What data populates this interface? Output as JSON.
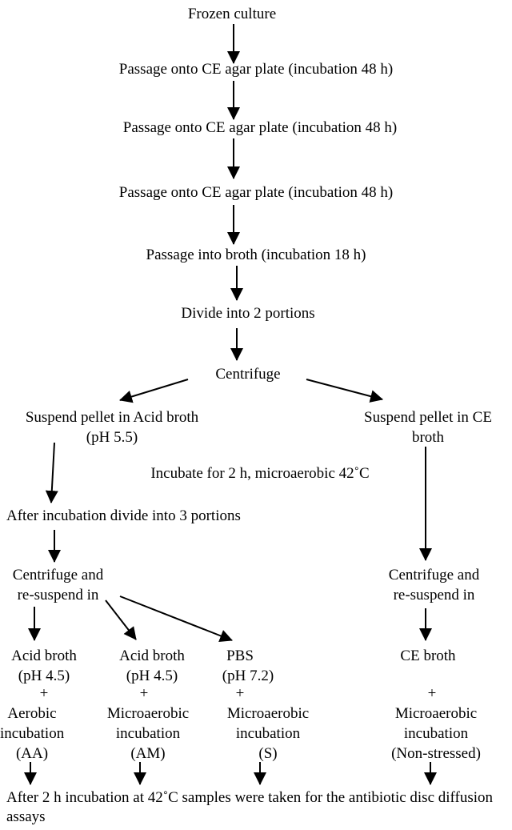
{
  "steps": {
    "frozen": "Frozen culture",
    "passage1": "Passage onto CE agar plate (incubation 48 h)",
    "passage2": "Passage onto CE agar plate (incubation 48 h)",
    "passage3": "Passage onto CE agar plate (incubation 48 h)",
    "broth": "Passage into broth (incubation 18 h)",
    "divide2": "Divide into 2 portions",
    "centrifuge": "Centrifuge"
  },
  "left_branch": {
    "suspend_line1": "Suspend pellet in Acid broth",
    "suspend_line2": "(pH 5.5)",
    "divide3": "After incubation divide into 3 portions",
    "centrifuge_line1": "Centrifuge and",
    "centrifuge_line2": "re-suspend in"
  },
  "right_branch": {
    "suspend_line1": "Suspend pellet in CE",
    "suspend_line2": "broth",
    "centrifuge_line1": "Centrifuge and",
    "centrifuge_line2": "re-suspend in"
  },
  "incubate_note": "Incubate for 2 h, microaerobic 42˚C",
  "treatments": [
    {
      "medium": "Acid broth",
      "ph": "(pH 4.5)",
      "plus": "+",
      "cond1": "Aerobic",
      "cond2": "incubation",
      "code": "(AA)"
    },
    {
      "medium": "Acid broth",
      "ph": "(pH 4.5)",
      "plus": "+",
      "cond1": "Microaerobic",
      "cond2": "incubation",
      "code": "(AM)"
    },
    {
      "medium": "PBS",
      "ph": "(pH 7.2)",
      "plus": "+",
      "cond1": "Microaerobic",
      "cond2": "incubation",
      "code": "(S)"
    },
    {
      "medium": "CE broth",
      "ph": "",
      "plus": "+",
      "cond1": "Microaerobic",
      "cond2": "incubation",
      "code": "(Non-stressed)"
    }
  ],
  "footer": "After 2 h incubation at 42˚C samples were taken for the antibiotic disc diffusion assays",
  "colors": {
    "text": "#000000",
    "arrow": "#000000",
    "background": "#ffffff"
  }
}
